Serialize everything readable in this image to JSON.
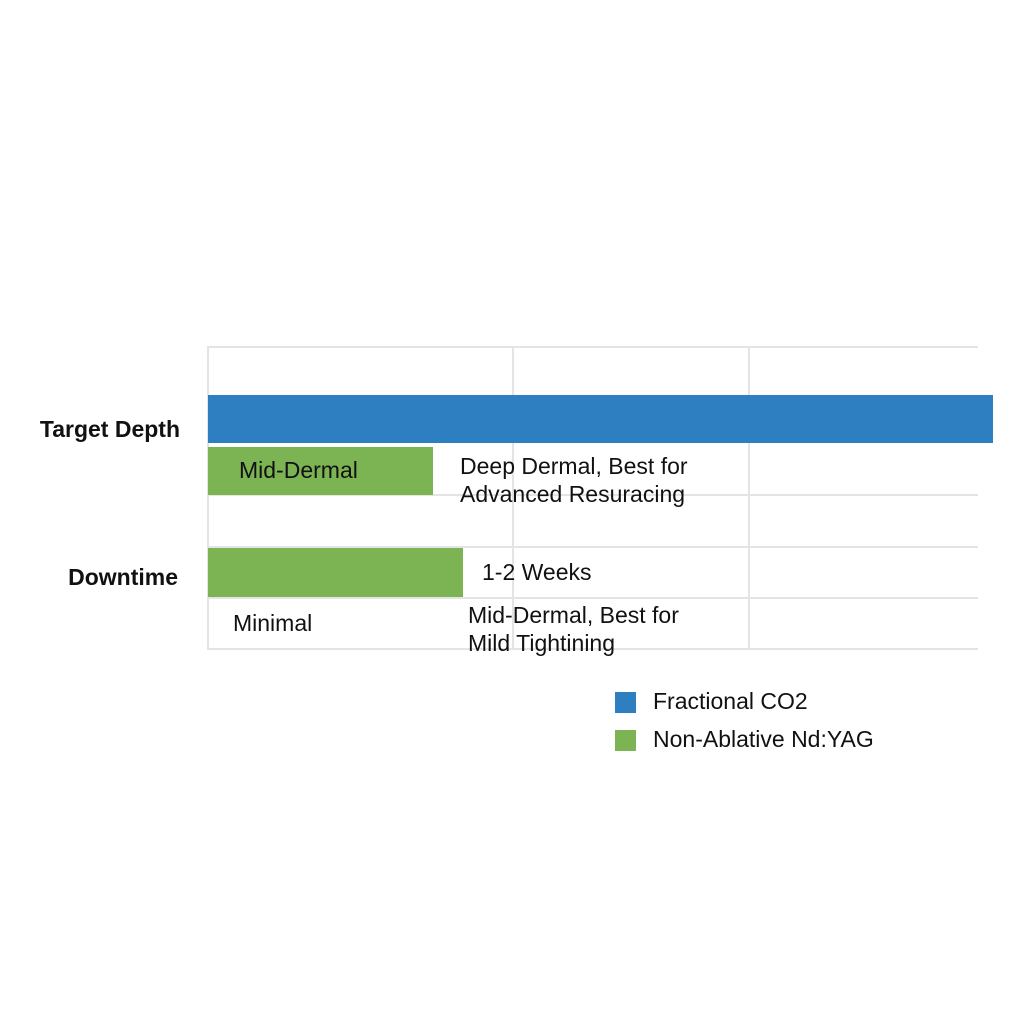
{
  "chart_data": {
    "type": "bar",
    "orientation": "horizontal",
    "title": "",
    "xlabel": "",
    "ylabel": "",
    "categories": [
      "Target Depth",
      "Downtime"
    ],
    "series": [
      {
        "name": "Fractional CO2",
        "color": "#2e7fc1",
        "values": [
          100,
          null
        ],
        "labels": [
          "",
          "1-2 Weeks"
        ]
      },
      {
        "name": "Non-Ablative Nd:YAG",
        "color": "#7db453",
        "values": [
          29,
          33
        ],
        "labels": [
          "Mid-Dermal",
          "Minimal"
        ]
      }
    ],
    "annotations": [
      "Deep Dermal, Best for Advanced Resuracing",
      "Mid-Dermal, Best for Mild Tightining"
    ],
    "grid": true,
    "legend_position": "bottom-right"
  },
  "categories": {
    "target_depth": "Target Depth",
    "downtime": "Downtime"
  },
  "bars": {
    "target_depth_green_label": "Mid-Dermal",
    "target_depth_note_line1": "Deep Dermal, Best for",
    "target_depth_note_line2": "Advanced Resuracing",
    "downtime_weeks_label": "1-2 Weeks",
    "downtime_minimal_label": "Minimal",
    "downtime_note_line1": "Mid-Dermal, Best for",
    "downtime_note_line2": "Mild Tightining"
  },
  "legend": {
    "items": [
      {
        "label": "Fractional CO2",
        "color": "#2e7fc1"
      },
      {
        "label": "Non-Ablative Nd:YAG",
        "color": "#7db453"
      }
    ]
  }
}
